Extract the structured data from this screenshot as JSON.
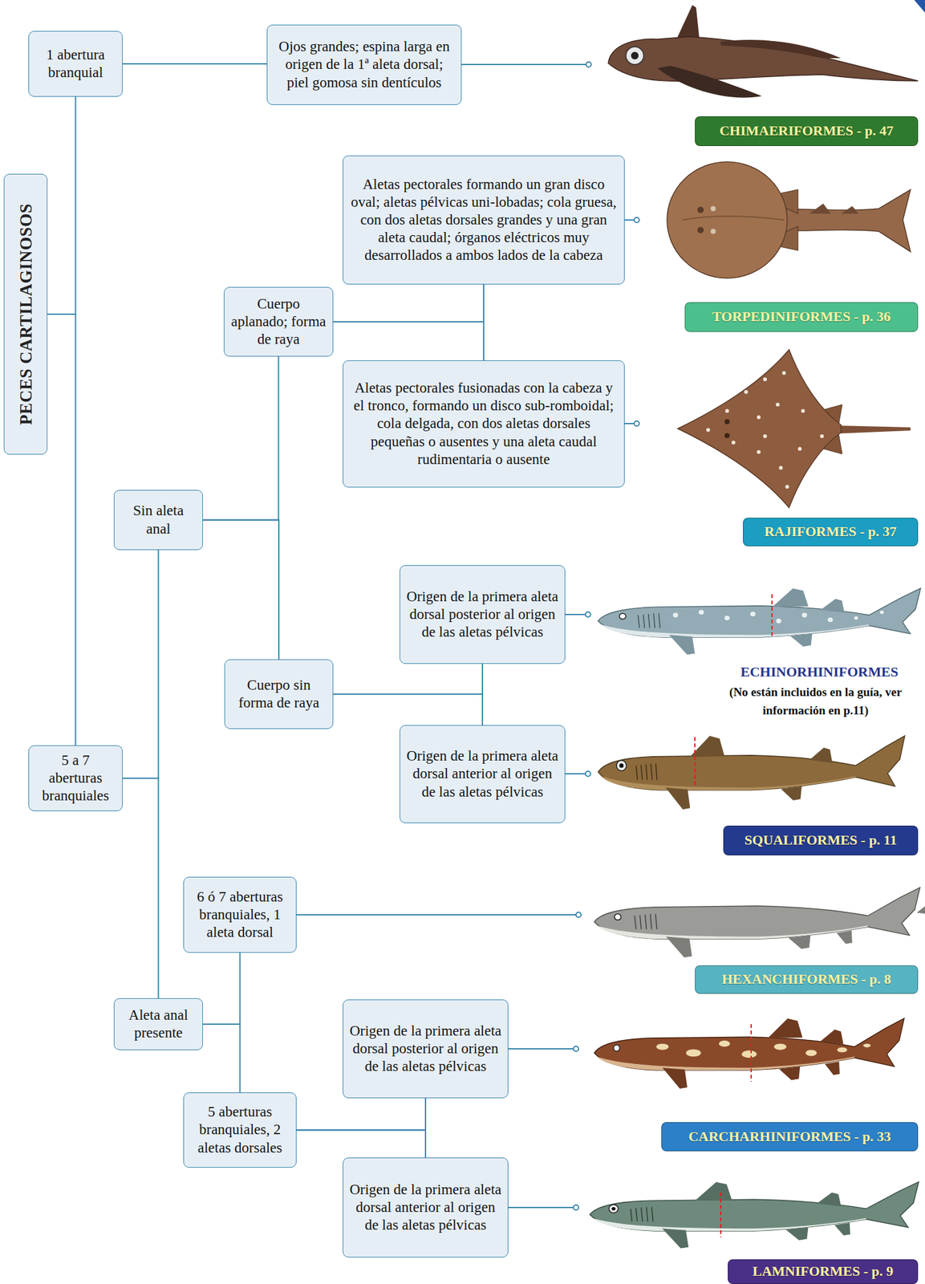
{
  "diagram": {
    "nodes": [
      {
        "text": [
          "PECES CARTILAGINOSOS"
        ]
      },
      {
        "text": [
          "1 abertura branquial"
        ]
      },
      {
        "text": [
          "Ojos grandes; espina larga en origen de la 1ª aleta dorsal; piel gomosa sin dentículos"
        ]
      },
      {
        "text": [
          "CHIMAERIFORMES - p. 47"
        ]
      },
      {
        "text": [
          "Aletas pectorales formando un gran disco oval; aletas pélvicas uni-lobadas; cola gruesa, con dos aletas dorsales grandes y una gran aleta caudal; órganos eléctricos muy desarrollados a ambos lados de la cabeza"
        ]
      },
      {
        "text": [
          "TORPEDINIFORMES - p. 36"
        ]
      },
      {
        "text": [
          "Cuerpo aplanado; forma de raya"
        ]
      },
      {
        "text": [
          "Aletas pectorales fusionadas con la cabeza y el tronco, formando un disco sub-romboidal; cola delgada, con dos aletas dorsales pequeñas o ausentes y una aleta caudal rudimentaria o ausente"
        ]
      },
      {
        "text": [
          "RAJIFORMES - p. 37"
        ]
      },
      {
        "text": [
          "Sin aleta anal"
        ]
      },
      {
        "text": [
          "Origen de la primera aleta dorsal posterior al origen de las aletas pélvicas"
        ]
      },
      {
        "text": [
          "Cuerpo sin forma de raya"
        ]
      },
      {
        "text": [
          "Origen de la primera aleta dorsal anterior al origen de las aletas pélvicas"
        ]
      },
      {
        "text": [
          "5 a 7 aberturas branquiales"
        ]
      },
      {
        "text": [
          "SQUALIFORMES - p. 11"
        ]
      },
      {
        "text": [
          "6 ó 7 aberturas branquiales, 1 aleta dorsal"
        ]
      },
      {
        "text": [
          "HEXANCHIFORMES - p. 8"
        ]
      },
      {
        "text": [
          "Aleta anal presente"
        ]
      },
      {
        "text": [
          "Origen de la primera aleta dorsal posterior al origen de las aletas pélvicas"
        ]
      },
      {
        "text": [
          "5 aberturas branquiales, 2 aletas dorsales"
        ]
      },
      {
        "text": [
          "CARCHARHINIFORMES - p. 33"
        ]
      },
      {
        "text": [
          "Origen de la primera aleta dorsal anterior al origen de las aletas pélvicas"
        ]
      },
      {
        "text": [
          "LAMNIFORMES - p. 9"
        ]
      }
    ],
    "edges": [
      {
        "from": 0,
        "to": 1,
        "arrow": "none"
      },
      {
        "from": 0,
        "to": 13,
        "arrow": "none"
      },
      {
        "from": 1,
        "to": 2,
        "arrow": "none"
      },
      {
        "from": 13,
        "to": 9,
        "arrow": "none"
      },
      {
        "from": 13,
        "to": 17,
        "arrow": "none"
      },
      {
        "from": 9,
        "to": 6,
        "arrow": "none"
      },
      {
        "from": 9,
        "to": 11,
        "arrow": "none"
      },
      {
        "from": 6,
        "to": 4,
        "arrow": "none"
      },
      {
        "from": 6,
        "to": 7,
        "arrow": "none"
      },
      {
        "from": 11,
        "to": 10,
        "arrow": "none"
      },
      {
        "from": 11,
        "to": 12,
        "arrow": "none"
      },
      {
        "from": 17,
        "to": 15,
        "arrow": "none"
      },
      {
        "from": 17,
        "to": 19,
        "arrow": "none"
      },
      {
        "from": 19,
        "to": 18,
        "arrow": "none"
      },
      {
        "from": 19,
        "to": 21,
        "arrow": "none"
      }
    ],
    "labels": [
      "ECHINORHINIFORMES",
      "(No están incluidos en la guía, ver información en p.11)"
    ]
  }
}
